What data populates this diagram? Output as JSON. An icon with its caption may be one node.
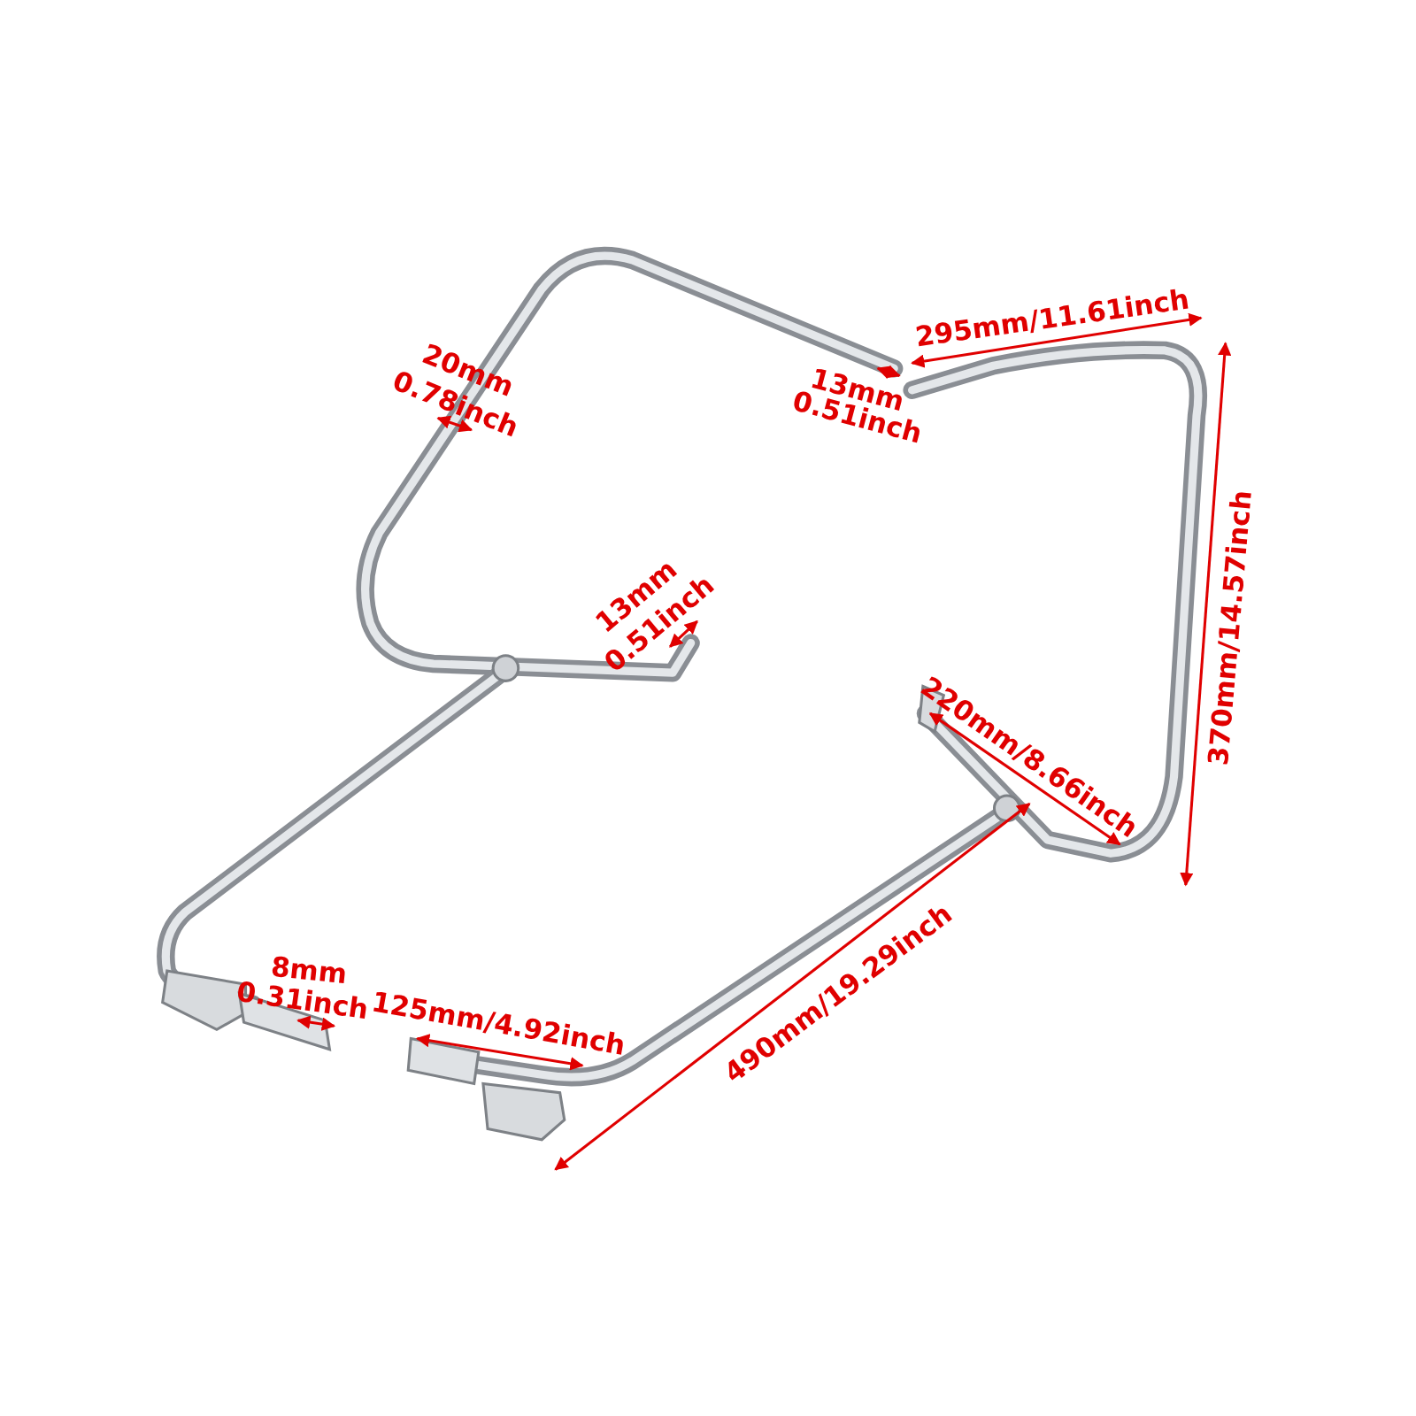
{
  "diagram": {
    "labels": [
      "295mm/11.61inch",
      "20mm",
      "0.78inch",
      "13mm",
      "0.51inch",
      "370mm/14.57inch",
      "13mm",
      "0.51inch",
      "220mm/8.66inch",
      "8mm",
      "0.31inch",
      "125mm/4.92inch",
      "490mm/19.29inch"
    ]
  }
}
